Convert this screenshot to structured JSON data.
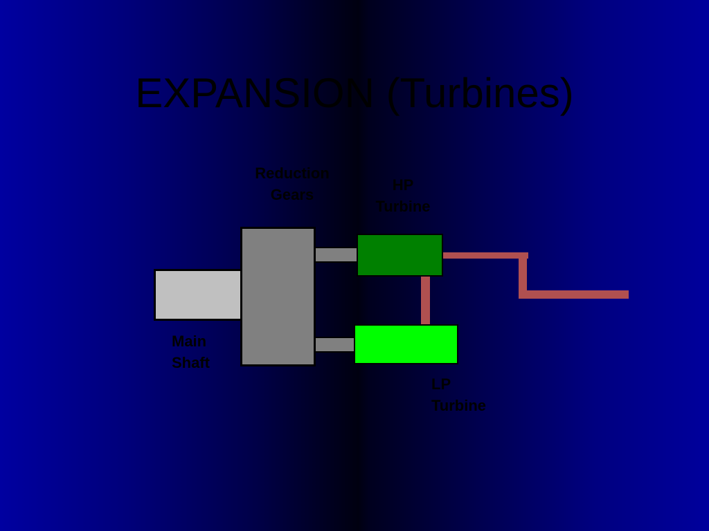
{
  "slide": {
    "title": "EXPANSION (Turbines)"
  },
  "labels": {
    "reduction_gears": [
      "Reduction",
      "Gears"
    ],
    "hp_turbine": [
      "HP",
      "Turbine"
    ],
    "lp_turbine": [
      "LP",
      "Turbine"
    ],
    "main_shaft": [
      "Main",
      "Shaft"
    ]
  },
  "colors": {
    "main_shaft": "#c0c0c0",
    "reduction_gears": "#808080",
    "coupling": "#808080",
    "hp_turbine": "#008000",
    "lp_turbine": "#00ff00",
    "steam_line": "#b05050",
    "outline": "#000000"
  }
}
